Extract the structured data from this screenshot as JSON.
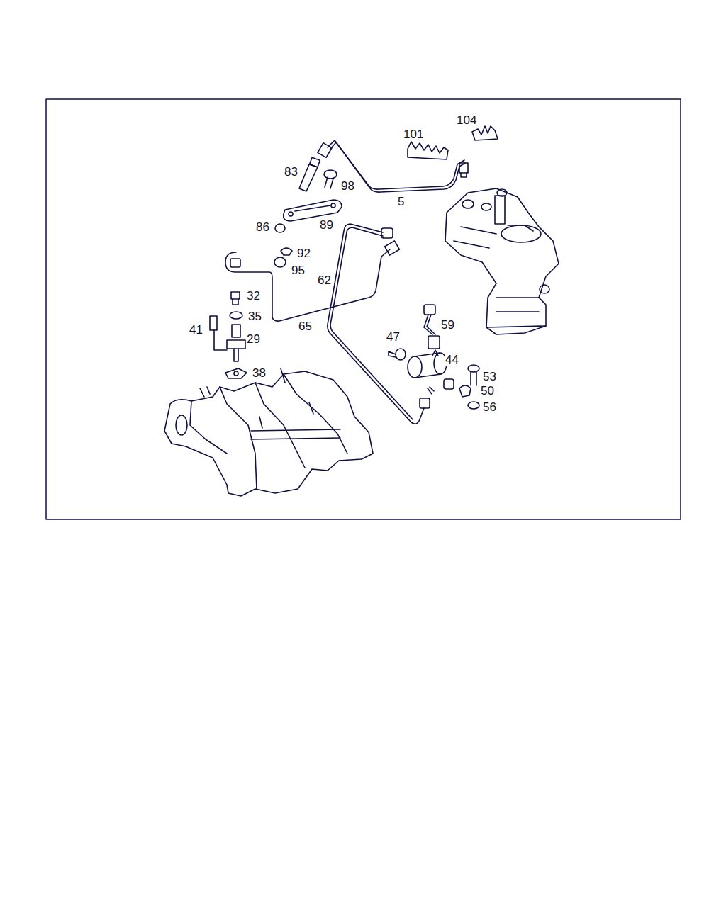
{
  "diagram": {
    "labels": [
      "104",
      "101",
      "83",
      "98",
      "5",
      "86",
      "89",
      "92",
      "95",
      "62",
      "32",
      "35",
      "65",
      "41",
      "29",
      "47",
      "59",
      "44",
      "53",
      "50",
      "38",
      "56"
    ]
  }
}
